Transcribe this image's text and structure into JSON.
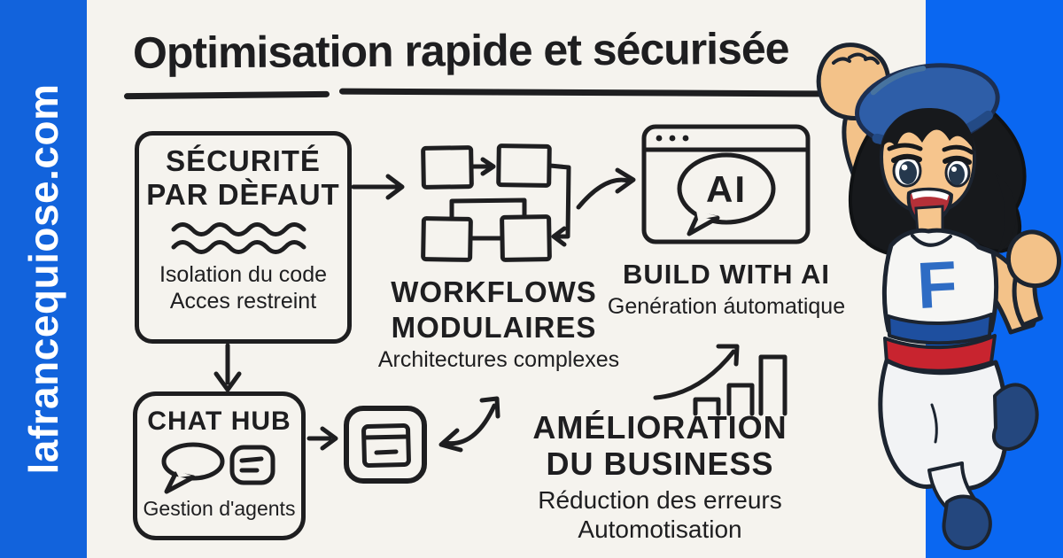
{
  "site": {
    "domain": "lafrancequiose.com"
  },
  "title": {
    "text": "Optimisation rapide et sécurisée"
  },
  "colors": {
    "frame_left": "#1263dc",
    "frame_right": "#0a67f1",
    "paper": "#f5f3ee",
    "ink": "#1e1e20",
    "shirt_letter_blue": "#2e6cc4",
    "stripe_blue": "#1e4f9f",
    "stripe_red": "#c8242f"
  },
  "nodes": {
    "security": {
      "line1": "SÉCURITÉ",
      "line2": "PAR DÈFAUT",
      "item1": "Isolation du code",
      "item2": "Acces restreint"
    },
    "workflows": {
      "label1": "WORKFLOWS",
      "label2": "MODULAIRES",
      "sub": "Architectures complexes"
    },
    "build_ai": {
      "bubble": "AI",
      "label": "BUILD WITH AI",
      "sub": "Genération áutomatique"
    },
    "chat_hub": {
      "title": "CHAT HUB",
      "sub": "Gestion d'agents"
    },
    "business": {
      "label1": "AMÉLIORATION",
      "label2": "DU BUSINESS",
      "sub1": "Réduction des erreurs",
      "sub2": "Automotisation"
    }
  },
  "character": {
    "shirt_letter": "F"
  },
  "icons": [
    "wavy-divider-icon",
    "workflow-diagram-icon",
    "browser-ai-window-icon",
    "chat-bubbles-icon",
    "app-window-icon",
    "growth-chart-icon",
    "arrow-right-icon",
    "arrow-down-icon",
    "curved-arrow-icon",
    "mascot-character"
  ]
}
